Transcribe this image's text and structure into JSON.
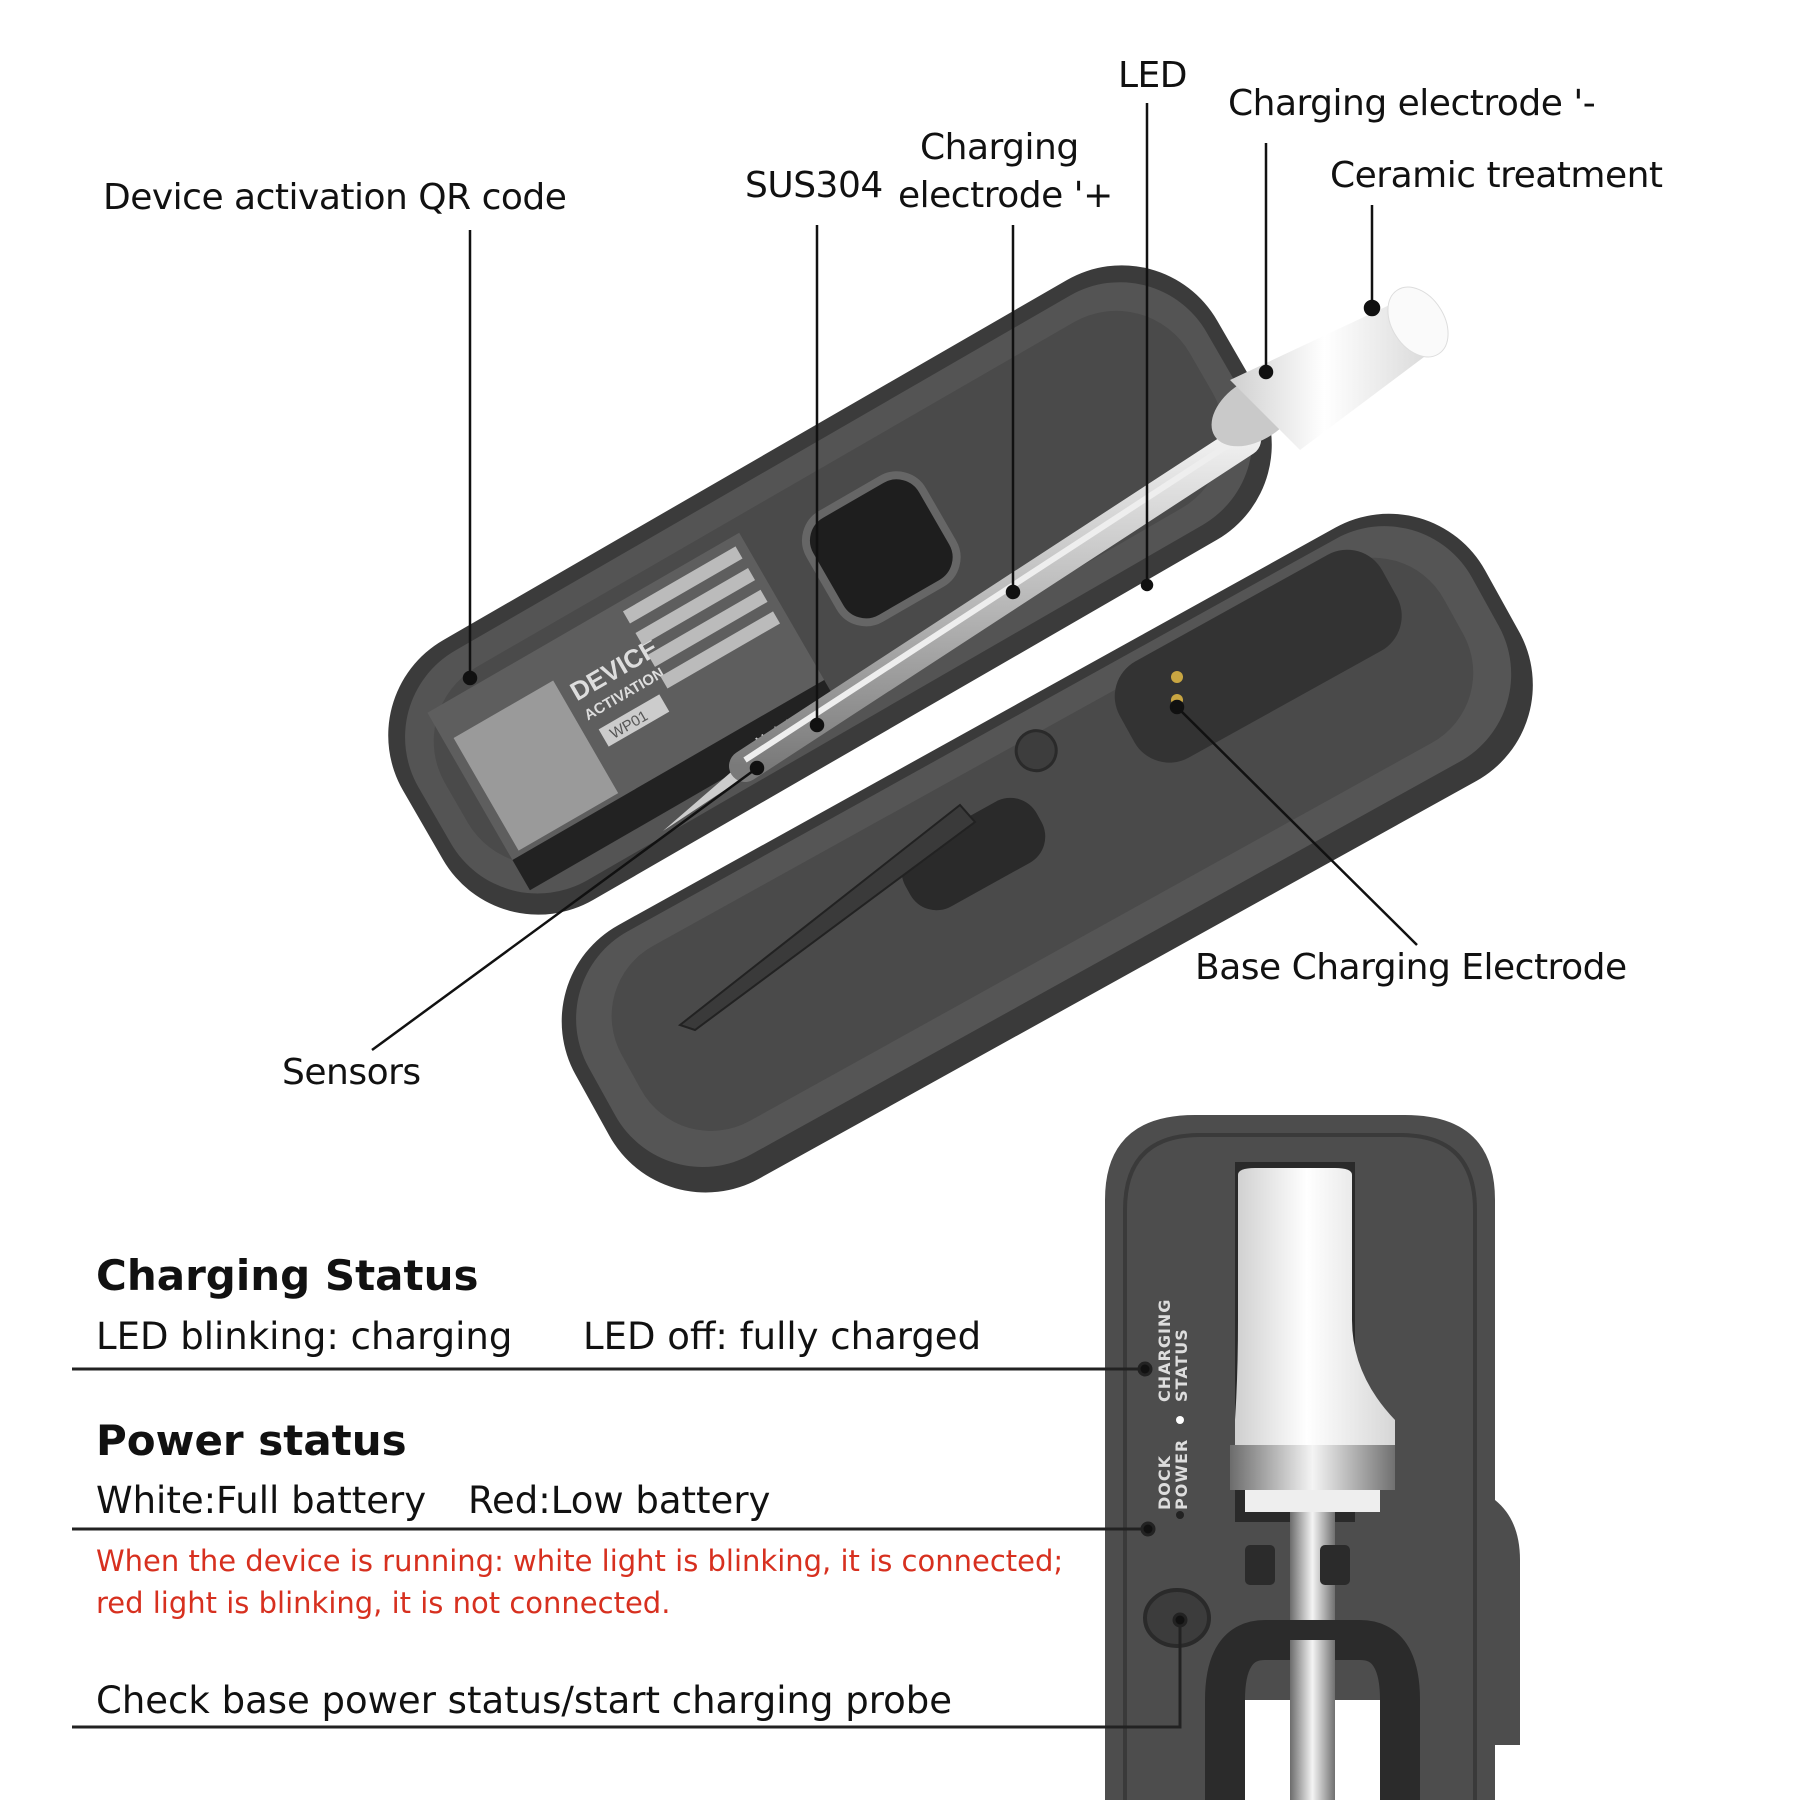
{
  "callouts": {
    "qr_code": "Device activation QR code",
    "sus304": "SUS304",
    "charging_plus_line1": "Charging",
    "charging_plus_line2": "electrode '+",
    "led": "LED",
    "charging_minus": "Charging electrode '-",
    "ceramic": "Ceramic treatment",
    "base_electrode": "Base Charging Electrode",
    "sensors": "Sensors"
  },
  "device_label": {
    "title1": "DEVICE",
    "title2": "ACTIVATION",
    "model": "WP01",
    "made_in": "Made in Ch"
  },
  "dock_labels": {
    "charging_status": [
      "CHARGING",
      "STATUS"
    ],
    "dock_power": [
      "DOCK",
      "POWER"
    ]
  },
  "charging_status": {
    "heading": "Charging Status",
    "blinking": "LED blinking: charging",
    "off": "LED off: fully charged"
  },
  "power_status": {
    "heading": "Power status",
    "white": "White:Full battery",
    "red": "Red:Low battery",
    "note_line1": "When the device is running: white light is blinking, it is connected;",
    "note_line2": "red light is blinking, it is not connected.",
    "note_color": "#d7301f"
  },
  "button": {
    "text": "Check base power status/start charging probe"
  },
  "colors": {
    "case": "#4a4a4a",
    "case_dark": "#2e2e2e",
    "probe_metal": "#c8c8c8",
    "ceramic": "#f2f2f2"
  }
}
